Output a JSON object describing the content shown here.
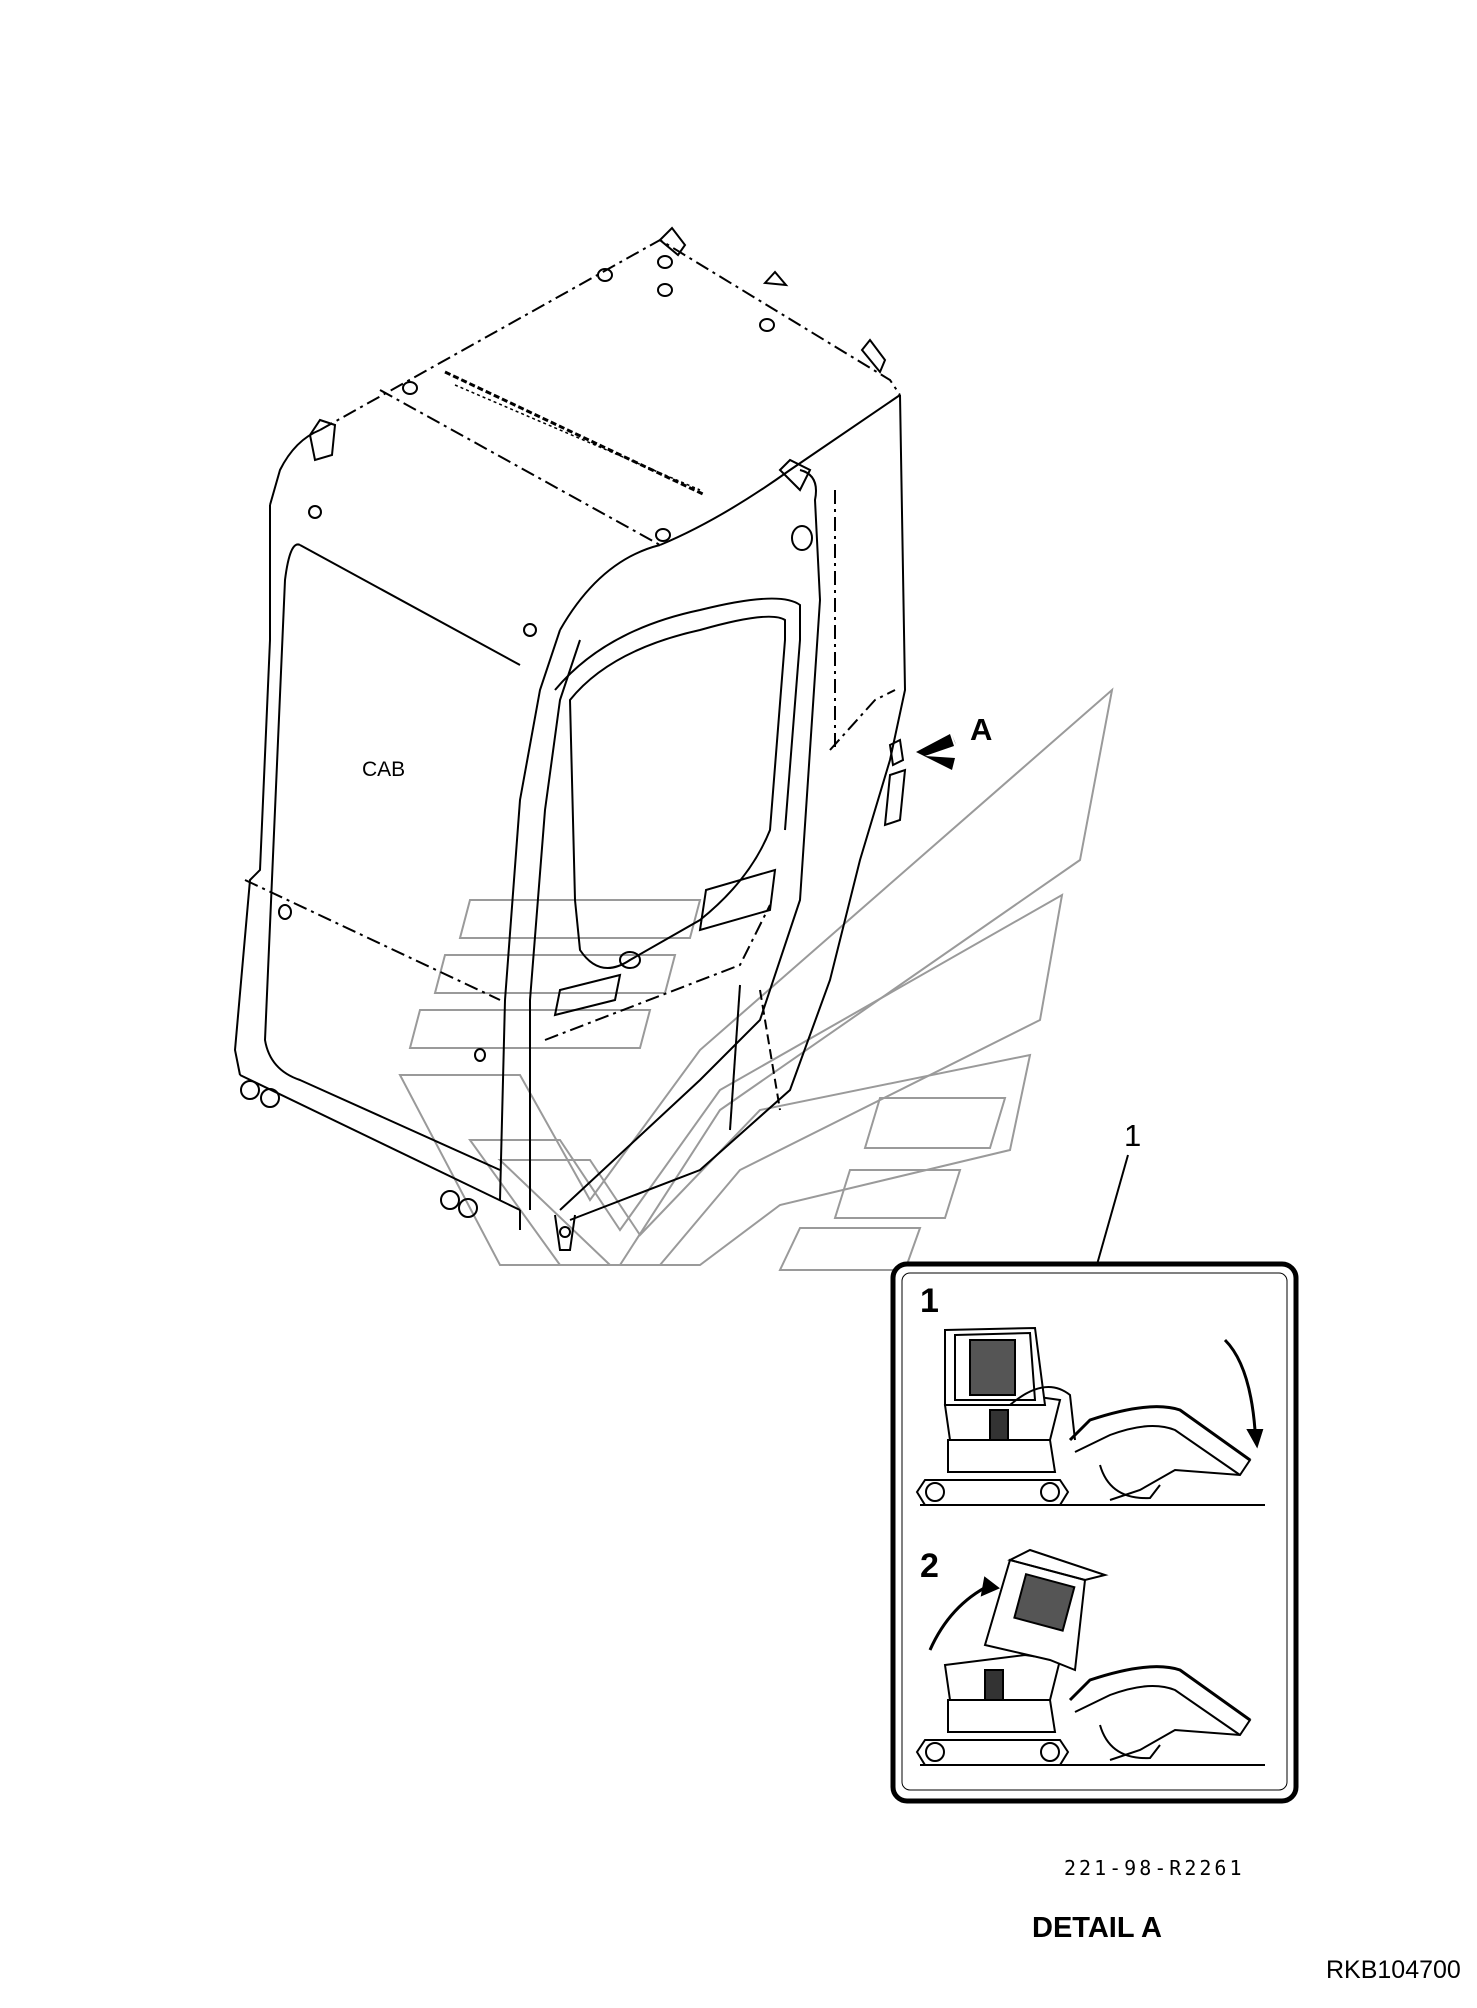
{
  "labels": {
    "cab": "CAB",
    "view_arrow": "A",
    "callout_number": "1",
    "step_one": "1",
    "step_two": "2",
    "decal_code": "221-98-R2261",
    "detail_title": "DETAIL A",
    "drawing_number": "RKB104700"
  },
  "colors": {
    "line": "#000000",
    "watermark": "#9a9a9a",
    "background": "#ffffff"
  },
  "icons": [
    "cab-outline",
    "view-arrow-icon",
    "excavator-icon",
    "watermark-logo"
  ]
}
